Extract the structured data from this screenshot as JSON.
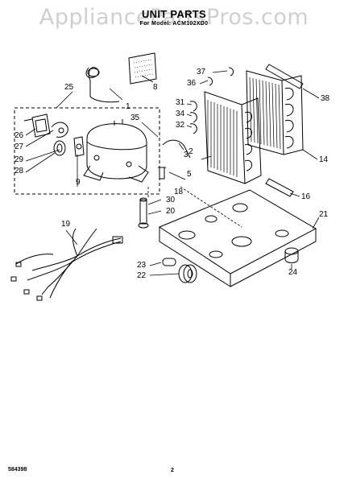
{
  "watermark": "AppliancePartsPros.com",
  "header": {
    "title": "UNIT PARTS",
    "subtitle": "For Model: ACM102XD0"
  },
  "callouts": [
    "1",
    "2",
    "3",
    "5",
    "8",
    "9",
    "14",
    "16",
    "18",
    "19",
    "20",
    "21",
    "22",
    "23",
    "24",
    "25",
    "26",
    "27",
    "28",
    "29",
    "30",
    "31",
    "32",
    "34",
    "35",
    "36",
    "37",
    "38"
  ],
  "footer": {
    "doc_number": "584398",
    "page_number": "2"
  }
}
